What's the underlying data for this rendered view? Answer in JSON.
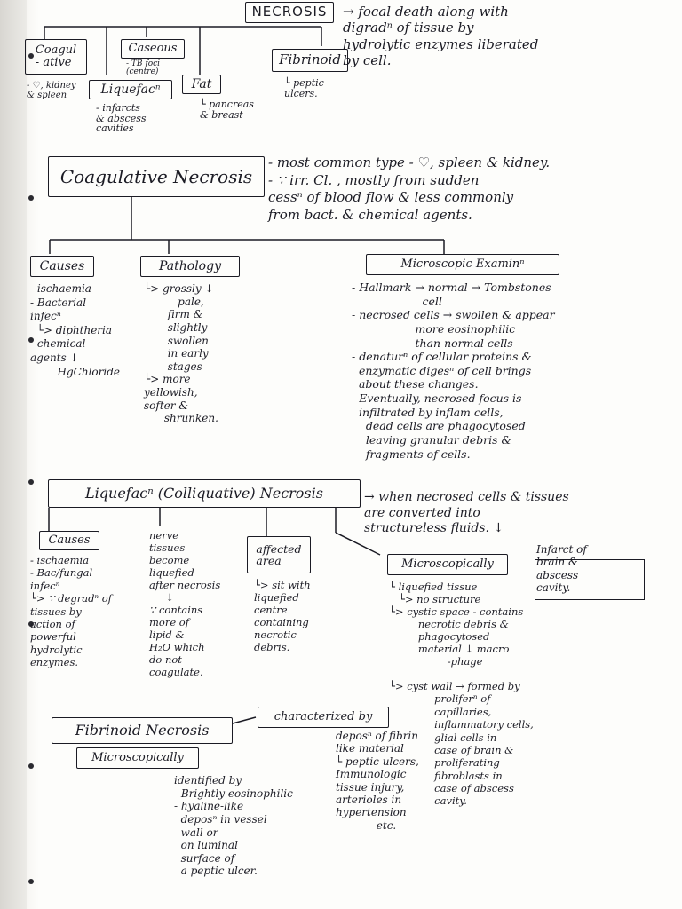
{
  "top": {
    "title": "NECROSIS",
    "definition": "→ focal death along with\ndigradⁿ of tissue by\nhydrolytic enzymes liberated\nby cell.",
    "types": {
      "coagulative": "Coagul\n- ative",
      "coagulative_note": "- ♡, kidney\n& spleen",
      "caseous": "Caseous",
      "caseous_note": "- TB foci\n(centre)",
      "liquefactive": "Liquefacⁿ",
      "liquefactive_note": "- infarcts\n& abscess\ncavities",
      "fat": "Fat",
      "fat_note": "└ pancreas\n& breast",
      "fibrinoid": "Fibrinoid",
      "fibrinoid_note": "└ peptic\nulcers."
    }
  },
  "coag": {
    "title": "Coagulative Necrosis",
    "desc": "- most common type - ♡, spleen & kidney.\n- ∵ irr. Cl. , mostly from sudden\ncessⁿ of blood flow & less commonly\nfrom bact. & chemical agents.",
    "causes_title": "Causes",
    "causes": "- ischaemia\n- Bacterial\ninfecⁿ\n  └> diphtheria\n- chemical\nagents ↓\n        HgChloride",
    "path_title": "Pathology",
    "path": "└> grossly ↓\n          pale,\n       firm &\n       slightly\n       swollen\n       in early\n       stages\n└> more\nyellowish,\nsofter &\n      shrunken.",
    "micro_title": "Microscopic Examinⁿ",
    "micro": "- Hallmark → normal → Tombstones\n                    cell\n- necrosed cells → swollen & appear\n                  more eosinophilic\n                  than normal cells\n- denaturⁿ of cellular proteins &\n  enzymatic digesⁿ of cell brings\n  about these changes.\n- Eventually, necrosed focus is\n  infiltrated by inflam cells,\n    dead cells are phagocytosed\n    leaving granular debris &\n    fragments of cells."
  },
  "liq": {
    "title": "Liquefacⁿ (Colliquative) Necrosis",
    "desc": "→ when necrosed cells & tissues\nare converted into\nstructureless fluids. ↓",
    "causes_title": "Causes",
    "causes": "- ischaemia\n- Bac/fungal\ninfecⁿ\n└> ∵ degradⁿ of\ntissues by\naction of\npowerful\nhydrolytic\nenzymes.",
    "nerve": "nerve\ntissues\nbecome\nliquefied\nafter necrosis\n     ↓\n∵ contains\nmore of\nlipid &\nH₂O which\ndo not\ncoagulate.",
    "affected_title": "affected\narea",
    "affected": "└> sit with\nliquefied\ncentre\ncontaining\nnecrotic\ndebris.",
    "micro_title": "Microscopically",
    "micro": "└ liquefied tissue\n   └> no structure\n└> cystic space - contains\n         necrotic debris &\n         phagocytosed\n         material ↓ macro\n                  -phage",
    "infarct": "Infarct of\nbrain &\nabscess\ncavity.",
    "cyst_wall": "└> cyst wall → formed by\n              proliferⁿ of\n              capillaries,\n              inflammatory cells,\n              glial cells in\n              case of brain &\n              proliferating\n              fibroblasts in\n              case of abscess\n              cavity."
  },
  "fib": {
    "title": "Fibrinoid Necrosis",
    "characterized": "characterized by",
    "micro_title": "Microscopically",
    "micro": "identified by\n- Brightly eosinophilic\n- hyaline-like\n  deposⁿ in vessel\n  wall or\n  on luminal\n  surface of\n  a peptic ulcer.",
    "depos": "deposⁿ of fibrin\nlike material\n└ peptic ulcers,\nImmunologic\ntissue injury,\narterioles in\nhypertension\n            etc."
  }
}
